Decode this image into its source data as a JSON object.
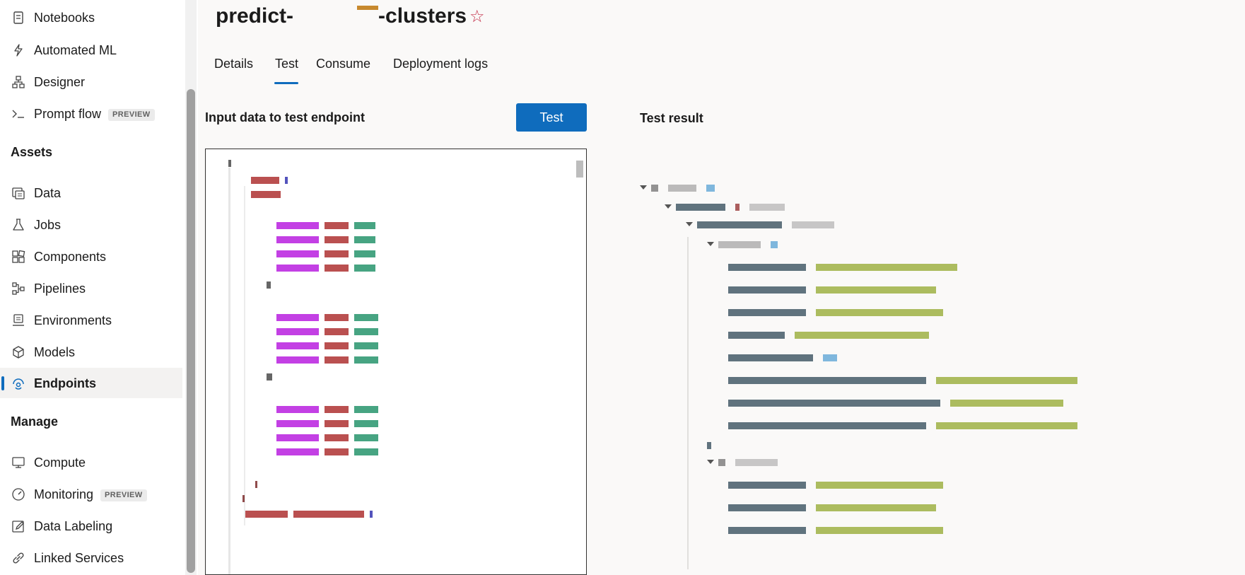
{
  "sidebar": {
    "items_top": [
      {
        "label": "Notebooks",
        "icon": "notebook-icon"
      },
      {
        "label": "Automated ML",
        "icon": "lightning-icon"
      },
      {
        "label": "Designer",
        "icon": "designer-icon"
      },
      {
        "label": "Prompt flow",
        "icon": "prompt-icon",
        "badge": "PREVIEW"
      }
    ],
    "assets_header": "Assets",
    "items_assets": [
      {
        "label": "Data",
        "icon": "data-icon"
      },
      {
        "label": "Jobs",
        "icon": "flask-icon"
      },
      {
        "label": "Components",
        "icon": "components-icon"
      },
      {
        "label": "Pipelines",
        "icon": "pipelines-icon"
      },
      {
        "label": "Environments",
        "icon": "environments-icon"
      },
      {
        "label": "Models",
        "icon": "cube-icon"
      },
      {
        "label": "Endpoints",
        "icon": "endpoints-icon",
        "active": true
      }
    ],
    "manage_header": "Manage",
    "items_manage": [
      {
        "label": "Compute",
        "icon": "compute-icon"
      },
      {
        "label": "Monitoring",
        "icon": "gauge-icon",
        "badge": "PREVIEW"
      },
      {
        "label": "Data Labeling",
        "icon": "labeling-icon"
      },
      {
        "label": "Linked Services",
        "icon": "link-icon"
      }
    ]
  },
  "header": {
    "title_prefix": "predict-",
    "title_suffix": "-clusters",
    "favorite_glyph": "☆"
  },
  "tabs": [
    {
      "label": "Details"
    },
    {
      "label": "Test",
      "active": true
    },
    {
      "label": "Consume"
    },
    {
      "label": "Deployment logs"
    }
  ],
  "test_panel": {
    "input_heading": "Input data to test endpoint",
    "test_button": "Test",
    "result_heading": "Test result"
  },
  "colors": {
    "accent": "#0f6cbd",
    "code_key": "#a31515",
    "code_purple": "#af00db",
    "code_number": "#098658",
    "result_key": "#1e3a4a",
    "result_value": "#8aa31e"
  }
}
